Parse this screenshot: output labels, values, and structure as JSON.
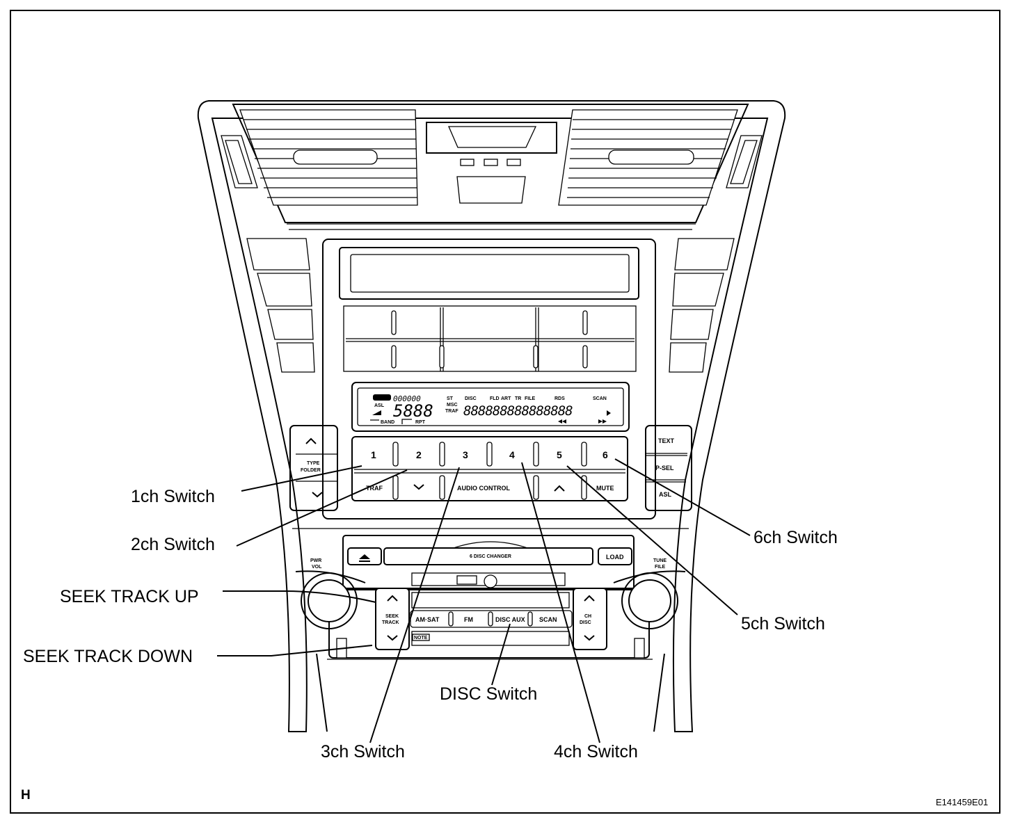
{
  "labels": {
    "ch1": "1ch Switch",
    "ch2": "2ch Switch",
    "ch3": "3ch Switch",
    "ch4": "4ch Switch",
    "ch5": "5ch Switch",
    "ch6": "6ch Switch",
    "seek_up": "SEEK TRACK UP",
    "seek_down": "SEEK TRACK DOWN",
    "disc": "DISC Switch"
  },
  "panel": {
    "presets": [
      "1",
      "2",
      "3",
      "4",
      "5",
      "6"
    ],
    "type_folder": "TYPE FOLDER",
    "traf": "TRAF",
    "audio_control": "AUDIO CONTROL",
    "mute": "MUTE",
    "text": "TEXT",
    "p_sel": "P-SEL",
    "asl": "ASL",
    "pwr_vol": "PWR VOL",
    "tune_file": "TUNE FILE",
    "load": "LOAD",
    "disc_changer": "6 DISC CHANGER",
    "seek_track": "SEEK TRACK",
    "ch_disc": "CH DISC",
    "am_sat": "AM·SAT",
    "fm": "FM",
    "disc_aux": "DISC AUX",
    "scan": "SCAN",
    "note": "NOTE"
  },
  "display": {
    "st": "ST",
    "msc": "MSC",
    "traf": "TRAF",
    "disc": "DISC",
    "fld": "FLD",
    "art": "ART",
    "tr": "TR",
    "file": "FILE",
    "rds": "RDS",
    "scan": "SCAN",
    "asl": "ASL",
    "band": "BAND",
    "rpt": "RPT"
  },
  "corner_letter": "H",
  "figure_code": "E141459E01"
}
